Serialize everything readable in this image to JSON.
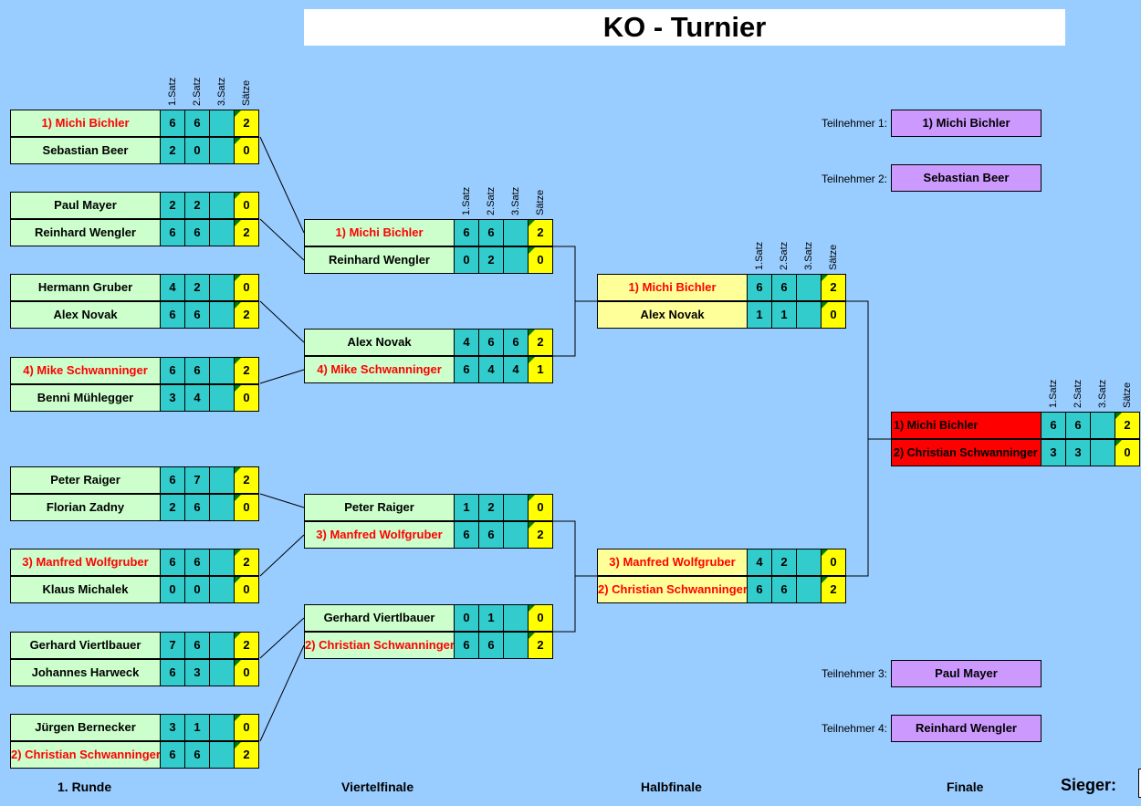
{
  "title": "KO - Turnier",
  "set_headers": [
    "1.Satz",
    "2.Satz",
    "3.Satz",
    "Sätze"
  ],
  "rounds": [
    "1. Runde",
    "Viertelfinale",
    "Halbfinale",
    "Finale"
  ],
  "winner_label": "Sieger:",
  "round1": [
    {
      "name": "1) Michi Bichler",
      "s1": "6",
      "s2": "6",
      "s3": "",
      "total": "2",
      "red": true
    },
    {
      "name": "Sebastian Beer",
      "s1": "2",
      "s2": "0",
      "s3": "",
      "total": "0",
      "red": false
    },
    {
      "name": "Paul Mayer",
      "s1": "2",
      "s2": "2",
      "s3": "",
      "total": "0",
      "red": false
    },
    {
      "name": "Reinhard Wengler",
      "s1": "6",
      "s2": "6",
      "s3": "",
      "total": "2",
      "red": false
    },
    {
      "name": "Hermann Gruber",
      "s1": "4",
      "s2": "2",
      "s3": "",
      "total": "0",
      "red": false
    },
    {
      "name": "Alex Novak",
      "s1": "6",
      "s2": "6",
      "s3": "",
      "total": "2",
      "red": false
    },
    {
      "name": "4) Mike Schwanninger",
      "s1": "6",
      "s2": "6",
      "s3": "",
      "total": "2",
      "red": true
    },
    {
      "name": "Benni Mühlegger",
      "s1": "3",
      "s2": "4",
      "s3": "",
      "total": "0",
      "red": false
    },
    {
      "name": "Peter Raiger",
      "s1": "6",
      "s2": "7",
      "s3": "",
      "total": "2",
      "red": false
    },
    {
      "name": "Florian Zadny",
      "s1": "2",
      "s2": "6",
      "s3": "",
      "total": "0",
      "red": false
    },
    {
      "name": "3) Manfred Wolfgruber",
      "s1": "6",
      "s2": "6",
      "s3": "",
      "total": "2",
      "red": true
    },
    {
      "name": "Klaus Michalek",
      "s1": "0",
      "s2": "0",
      "s3": "",
      "total": "0",
      "red": false
    },
    {
      "name": "Gerhard Viertlbauer",
      "s1": "7",
      "s2": "6",
      "s3": "",
      "total": "2",
      "red": false
    },
    {
      "name": "Johannes Harweck",
      "s1": "6",
      "s2": "3",
      "s3": "",
      "total": "0",
      "red": false
    },
    {
      "name": "Jürgen Bernecker",
      "s1": "3",
      "s2": "1",
      "s3": "",
      "total": "0",
      "red": false
    },
    {
      "name": "2) Christian Schwanninger",
      "s1": "6",
      "s2": "6",
      "s3": "",
      "total": "2",
      "red": true
    }
  ],
  "quarterfinal": [
    {
      "name": "1) Michi Bichler",
      "s1": "6",
      "s2": "6",
      "s3": "",
      "total": "2",
      "red": true
    },
    {
      "name": "Reinhard Wengler",
      "s1": "0",
      "s2": "2",
      "s3": "",
      "total": "0",
      "red": false
    },
    {
      "name": "Alex Novak",
      "s1": "4",
      "s2": "6",
      "s3": "6",
      "total": "2",
      "red": false
    },
    {
      "name": "4) Mike Schwanninger",
      "s1": "6",
      "s2": "4",
      "s3": "4",
      "total": "1",
      "red": true
    },
    {
      "name": "Peter Raiger",
      "s1": "1",
      "s2": "2",
      "s3": "",
      "total": "0",
      "red": false
    },
    {
      "name": "3) Manfred Wolfgruber",
      "s1": "6",
      "s2": "6",
      "s3": "",
      "total": "2",
      "red": true
    },
    {
      "name": "Gerhard Viertlbauer",
      "s1": "0",
      "s2": "1",
      "s3": "",
      "total": "0",
      "red": false
    },
    {
      "name": "2) Christian Schwanninger",
      "s1": "6",
      "s2": "6",
      "s3": "",
      "total": "2",
      "red": true
    }
  ],
  "semifinal": [
    {
      "name": "1) Michi Bichler",
      "s1": "6",
      "s2": "6",
      "s3": "",
      "total": "2",
      "red": true
    },
    {
      "name": "Alex Novak",
      "s1": "1",
      "s2": "1",
      "s3": "",
      "total": "0",
      "red": false
    },
    {
      "name": "3) Manfred Wolfgruber",
      "s1": "4",
      "s2": "2",
      "s3": "",
      "total": "0",
      "red": true
    },
    {
      "name": "2) Christian Schwanninger",
      "s1": "6",
      "s2": "6",
      "s3": "",
      "total": "2",
      "red": true
    }
  ],
  "final": [
    {
      "name": "1) Michi Bichler",
      "s1": "6",
      "s2": "6",
      "s3": "",
      "total": "2",
      "red": true
    },
    {
      "name": "2) Christian Schwanninger",
      "s1": "3",
      "s2": "3",
      "s3": "",
      "total": "0",
      "red": true
    }
  ],
  "participants": [
    {
      "label": "Teilnehmer 1:",
      "name": "1) Michi Bichler"
    },
    {
      "label": "Teilnehmer 2:",
      "name": "Sebastian Beer"
    },
    {
      "label": "Teilnehmer 3:",
      "name": "Paul Mayer"
    },
    {
      "label": "Teilnehmer 4:",
      "name": "Reinhard Wengler"
    }
  ],
  "colors": {
    "background": "#99ccff",
    "name_round": "#ccffcc",
    "name_semifinal": "#ffff99",
    "name_final": "#ff0000",
    "set_cell": "#33cccc",
    "total_cell": "#ffff00",
    "participant_box": "#cc99ff",
    "seed_text": "#ff0000"
  }
}
